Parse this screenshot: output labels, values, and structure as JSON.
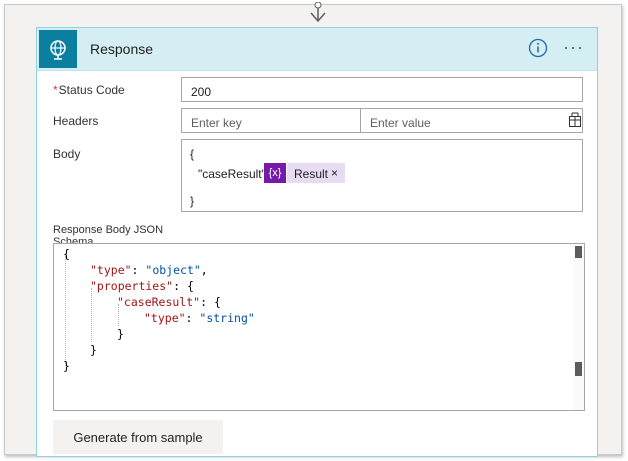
{
  "card": {
    "title": "Response",
    "icons": {
      "header": "globe-icon",
      "info": "info-icon",
      "more": "more-icon",
      "headers_mode": "switch-mode-icon"
    }
  },
  "fields": {
    "status_code": {
      "required_mark": "*",
      "label": "Status Code",
      "value": "200"
    },
    "headers": {
      "label": "Headers",
      "key_placeholder": "Enter key",
      "value_placeholder": "Enter value"
    },
    "body": {
      "label": "Body",
      "open_brace": "{",
      "key_text": "\"caseResult\":",
      "token_icon_text": "{x}",
      "token_label": "Result",
      "token_remove": "×",
      "close_brace": "}"
    },
    "schema": {
      "label": "Response Body JSON Schema"
    }
  },
  "schema_code": {
    "l1": "{",
    "l2_key": "\"type\"",
    "l2_sep": ": ",
    "l2_val": "\"object\"",
    "l2_end": ",",
    "l3_key": "\"properties\"",
    "l3_sep": ": {",
    "l4_key": "\"caseResult\"",
    "l4_sep": ": {",
    "l5_key": "\"type\"",
    "l5_sep": ": ",
    "l5_val": "\"string\"",
    "l6": "}",
    "l7": "}",
    "l8": "}"
  },
  "buttons": {
    "generate": "Generate from sample",
    "more": "···"
  },
  "colors": {
    "accent": "#0a7fa0",
    "header_bg": "#d4eef4",
    "token_dark": "#7719aa",
    "token_light": "#e8dcf3",
    "link": "#2266b2"
  }
}
